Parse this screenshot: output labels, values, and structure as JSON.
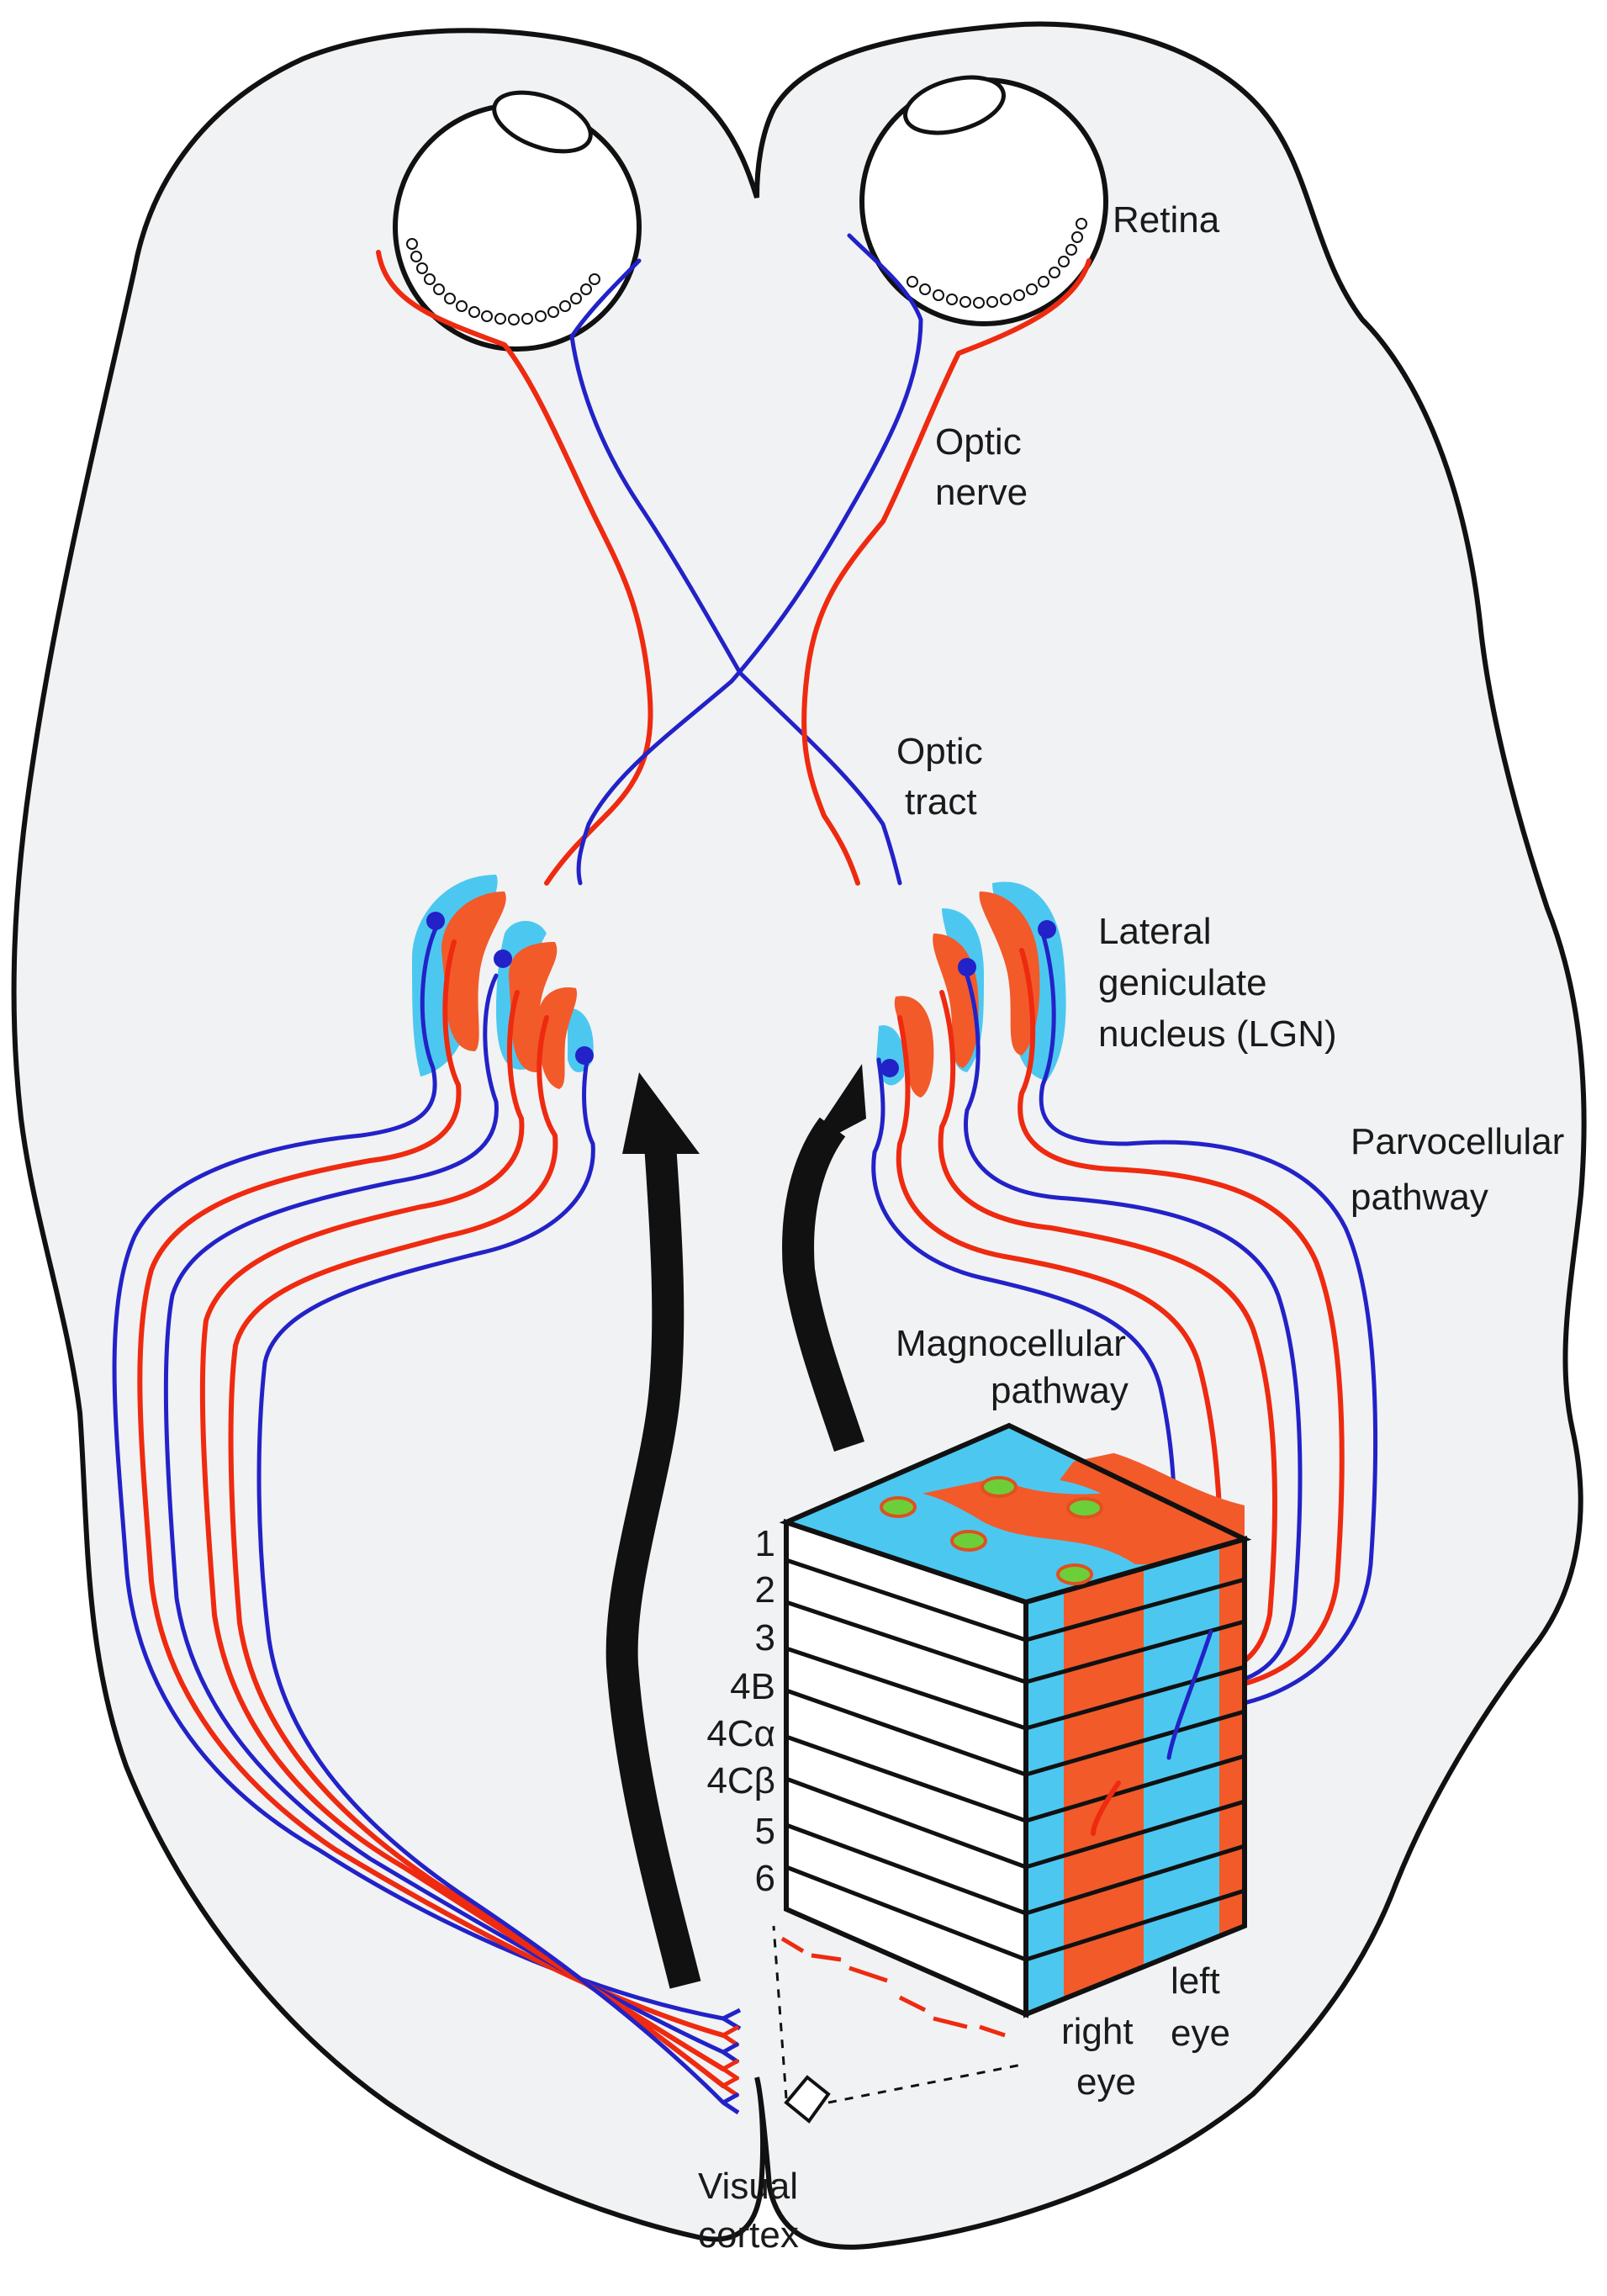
{
  "labels": {
    "retina": "Retina",
    "optic_nerve_1": "Optic",
    "optic_nerve_2": "nerve",
    "optic_tract_1": "Optic",
    "optic_tract_2": "tract",
    "lgn_1": "Lateral",
    "lgn_2": "geniculate",
    "lgn_3": "nucleus (LGN)",
    "parvo_1": "Parvocellular",
    "parvo_2": "pathway",
    "magno_1": "Magnocellular",
    "magno_2": "pathway",
    "right_eye_1": "right",
    "right_eye_2": "eye",
    "left_eye_1": "left",
    "left_eye_2": "eye",
    "visual_cortex_1": "Visual",
    "visual_cortex_2": "cortex"
  },
  "cortical_layers": [
    "1",
    "2",
    "3",
    "4B",
    "4Cα",
    "4Cβ",
    "5",
    "6"
  ],
  "colors": {
    "brain_fill": "#f1f2f3",
    "contralateral_pathway": "#ee2a10",
    "ipsilateral_pathway": "#2222c8",
    "lgn_red_layers": "#f25a2a",
    "lgn_blue_layers": "#4cc8f0",
    "ocular_dominance_red": "#f25a2a",
    "ocular_dominance_blue": "#4cc8f0",
    "blobs": "#6ccf3a",
    "arrows": "#111111"
  }
}
